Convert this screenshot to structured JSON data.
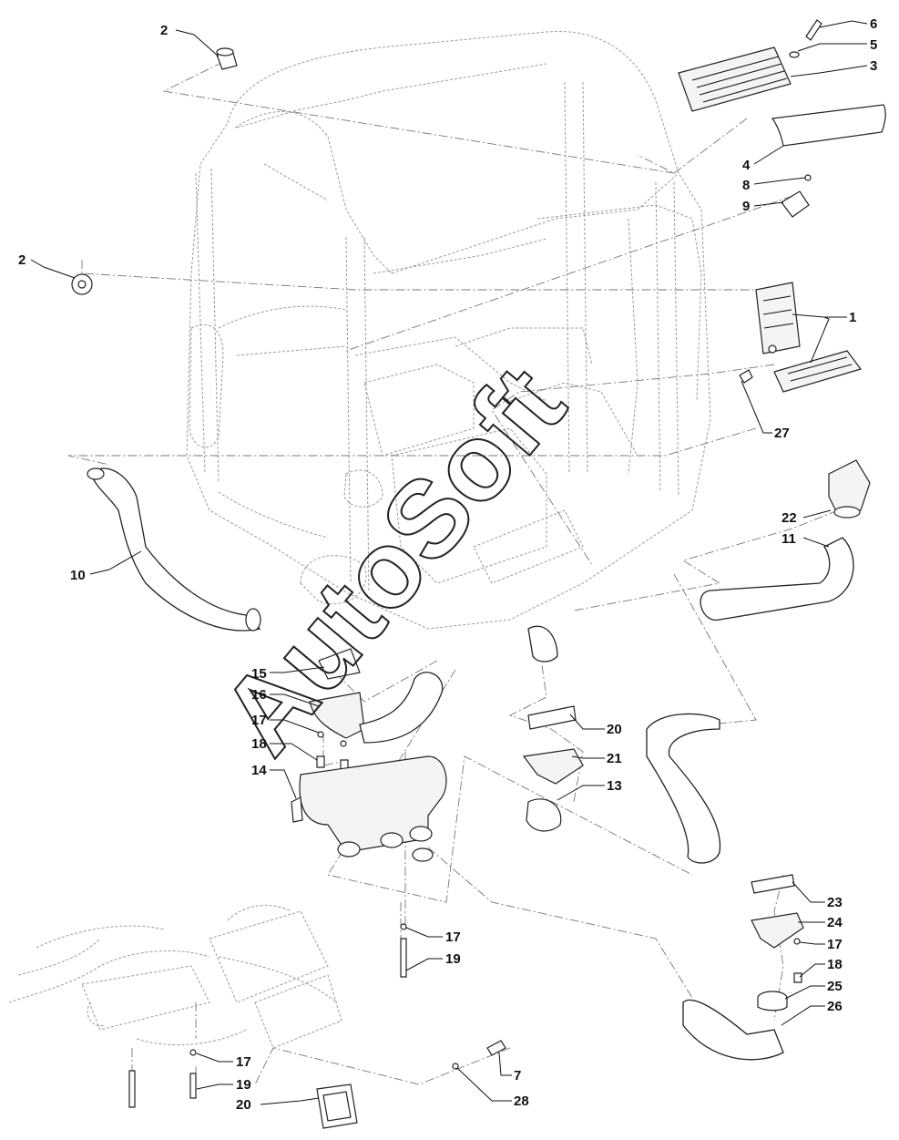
{
  "watermark": "AutoSoft",
  "callouts": [
    {
      "id": "c2a",
      "label": "2"
    },
    {
      "id": "c2b",
      "label": "2"
    },
    {
      "id": "c6",
      "label": "6"
    },
    {
      "id": "c5",
      "label": "5"
    },
    {
      "id": "c3",
      "label": "3"
    },
    {
      "id": "c4",
      "label": "4"
    },
    {
      "id": "c8",
      "label": "8"
    },
    {
      "id": "c9",
      "label": "9"
    },
    {
      "id": "c1",
      "label": "1"
    },
    {
      "id": "c27",
      "label": "27"
    },
    {
      "id": "c22",
      "label": "22"
    },
    {
      "id": "c11",
      "label": "11"
    },
    {
      "id": "c10",
      "label": "10"
    },
    {
      "id": "c15",
      "label": "15"
    },
    {
      "id": "c16",
      "label": "16"
    },
    {
      "id": "c17a",
      "label": "17"
    },
    {
      "id": "c18a",
      "label": "18"
    },
    {
      "id": "c14",
      "label": "14"
    },
    {
      "id": "c20a",
      "label": "20"
    },
    {
      "id": "c21",
      "label": "21"
    },
    {
      "id": "c13",
      "label": "13"
    },
    {
      "id": "c23",
      "label": "23"
    },
    {
      "id": "c24",
      "label": "24"
    },
    {
      "id": "c17b",
      "label": "17"
    },
    {
      "id": "c18b",
      "label": "18"
    },
    {
      "id": "c25",
      "label": "25"
    },
    {
      "id": "c26",
      "label": "26"
    },
    {
      "id": "c17c",
      "label": "17"
    },
    {
      "id": "c19a",
      "label": "19"
    },
    {
      "id": "c17d",
      "label": "17"
    },
    {
      "id": "c19b",
      "label": "19"
    },
    {
      "id": "c20b",
      "label": "20"
    },
    {
      "id": "c7",
      "label": "7"
    },
    {
      "id": "c28",
      "label": "28"
    }
  ]
}
